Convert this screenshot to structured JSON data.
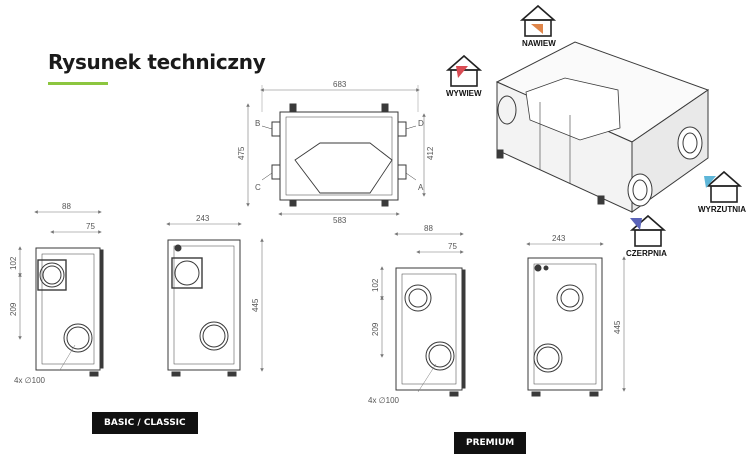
{
  "title": "Rysunek techniczny",
  "colors": {
    "accent": "#8cc63f",
    "outline": "#3a3a3a",
    "dim": "#777777",
    "arrow_warm": "#e0864a",
    "arrow_hot": "#d94b53",
    "arrow_cool": "#5eb6d8",
    "arrow_blue": "#5a63b8"
  },
  "top_view": {
    "dim_width_outer": "683",
    "dim_width_inner": "583",
    "dim_height_outer": "475",
    "dim_height_inner": "412",
    "ports": {
      "a": "A",
      "b": "B",
      "c": "C",
      "d": "D"
    }
  },
  "iso_view": {
    "labels": {
      "nawiew": "NAWIEW",
      "wywiew": "WYWIEW",
      "wyrzutnia": "WYRZUTNIA",
      "czerpnia": "CZERPNIA"
    },
    "icons": {
      "nawiew": "house-arrow-icon",
      "wywiew": "house-arrow-icon",
      "wyrzutnia": "house-arrow-icon",
      "czerpnia": "house-arrow-icon"
    }
  },
  "basic": {
    "badge": "BASIC / CLASSIC",
    "side": {
      "dim_88": "88",
      "dim_75": "75",
      "dim_102": "102",
      "dim_209": "209",
      "note": "4x ∅100"
    },
    "front": {
      "dim_243": "243",
      "dim_445": "445"
    }
  },
  "premium": {
    "badge": "PREMIUM",
    "side": {
      "dim_88": "88",
      "dim_75": "75",
      "dim_102": "102",
      "dim_209": "209",
      "note": "4x ∅100"
    },
    "front": {
      "dim_243": "243",
      "dim_445": "445"
    }
  }
}
